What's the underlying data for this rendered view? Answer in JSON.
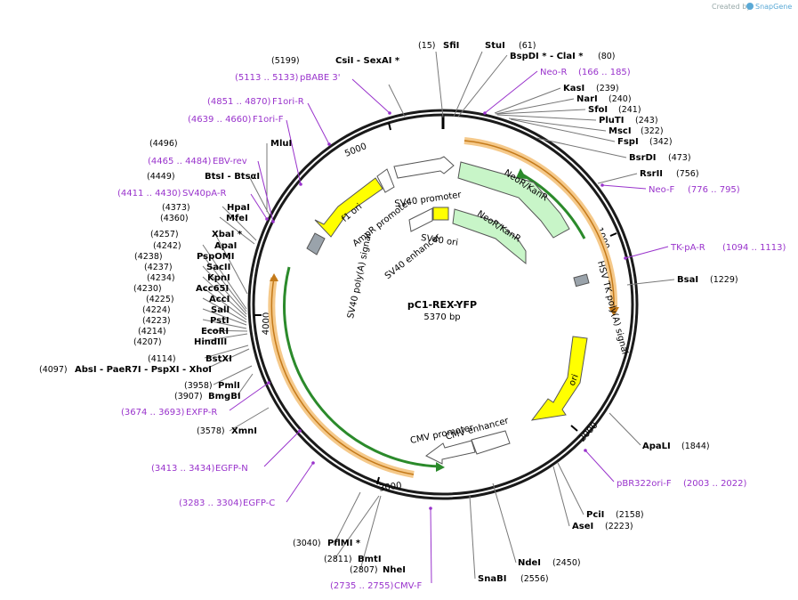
{
  "watermark": {
    "prefix": "Created by",
    "brand": "SnapGene"
  },
  "plasmid": {
    "name": "pC1-REX-YFP",
    "size": "5370 bp"
  },
  "colors": {
    "primer": "#9933cc",
    "backbone": "#1a1a1a",
    "neo": "#c8f5c8",
    "yellow": "#ffff00",
    "orange_band": "#f5c98a",
    "green_line": "#2b8a2b"
  },
  "ruler": [
    "1000",
    "2000",
    "3000",
    "4000",
    "5000"
  ],
  "enzymes": [
    {
      "pos": "(15)",
      "name": "SfiI"
    },
    {
      "pos": "(61)",
      "name": "StuI"
    },
    {
      "pos": "(80)",
      "name": "BspDI * - ClaI *"
    },
    {
      "pos": "(239)",
      "name": "KasI"
    },
    {
      "pos": "(240)",
      "name": "NarI"
    },
    {
      "pos": "(241)",
      "name": "SfoI"
    },
    {
      "pos": "(243)",
      "name": "PluTI"
    },
    {
      "pos": "(322)",
      "name": "MscI"
    },
    {
      "pos": "(342)",
      "name": "FspI"
    },
    {
      "pos": "(473)",
      "name": "BsrDI"
    },
    {
      "pos": "(756)",
      "name": "RsrII"
    },
    {
      "pos": "(1229)",
      "name": "BsaI"
    },
    {
      "pos": "(1844)",
      "name": "ApaLI"
    },
    {
      "pos": "(2158)",
      "name": "PciI"
    },
    {
      "pos": "(2223)",
      "name": "AseI"
    },
    {
      "pos": "(2450)",
      "name": "NdeI"
    },
    {
      "pos": "(2556)",
      "name": "SnaBI"
    },
    {
      "pos": "(2807)",
      "name": "NheI"
    },
    {
      "pos": "(2811)",
      "name": "BmtI"
    },
    {
      "pos": "(3040)",
      "name": "PflMI *"
    },
    {
      "pos": "(3578)",
      "name": "XmnI"
    },
    {
      "pos": "(3907)",
      "name": "BmgBI"
    },
    {
      "pos": "(3958)",
      "name": "PmlI"
    },
    {
      "pos": "(4097)",
      "name": "AbsI - PaeR7I - PspXI - XhoI"
    },
    {
      "pos": "(4114)",
      "name": "BstXI"
    },
    {
      "pos": "(4207)",
      "name": "HindIII"
    },
    {
      "pos": "(4214)",
      "name": "EcoRI"
    },
    {
      "pos": "(4223)",
      "name": "PstI"
    },
    {
      "pos": "(4224)",
      "name": "SalI"
    },
    {
      "pos": "(4225)",
      "name": "AccI"
    },
    {
      "pos": "(4230)",
      "name": "Acc65I"
    },
    {
      "pos": "(4234)",
      "name": "KpnI"
    },
    {
      "pos": "(4237)",
      "name": "SacII"
    },
    {
      "pos": "(4238)",
      "name": "PspOMI"
    },
    {
      "pos": "(4242)",
      "name": "ApaI"
    },
    {
      "pos": "(4257)",
      "name": "XbaI *"
    },
    {
      "pos": "(4360)",
      "name": "MfeI"
    },
    {
      "pos": "(4373)",
      "name": "HpaI"
    },
    {
      "pos": "(4449)",
      "name": "BtsI - BtsαI"
    },
    {
      "pos": "(4496)",
      "name": "MluI"
    },
    {
      "pos": "(5199)",
      "name": "CsiI - SexAI *"
    }
  ],
  "primers": [
    {
      "name": "Neo-R",
      "range": "(166 .. 185)"
    },
    {
      "name": "Neo-F",
      "range": "(776 .. 795)"
    },
    {
      "name": "TK-pA-R",
      "range": "(1094 .. 1113)"
    },
    {
      "name": "pBR322ori-F",
      "range": "(2003 .. 2022)"
    },
    {
      "name": "CMV-F",
      "range": "(2735 .. 2755)"
    },
    {
      "name": "EGFP-C",
      "range": "(3283 .. 3304)"
    },
    {
      "name": "EGFP-N",
      "range": "(3413 .. 3434)"
    },
    {
      "name": "EXFP-R",
      "range": "(3674 .. 3693)"
    },
    {
      "name": "SV40pA-R",
      "range": "(4411 .. 4430)"
    },
    {
      "name": "EBV-rev",
      "range": "(4465 .. 4484)"
    },
    {
      "name": "F1ori-F",
      "range": "(4639 .. 4660)"
    },
    {
      "name": "F1ori-R",
      "range": "(4851 .. 4870)"
    },
    {
      "name": "pBABE 3'",
      "range": "(5113 .. 5133)"
    }
  ],
  "features": {
    "neo_outer": "NeoR/KanR",
    "neo_inner": "NeoR/KanR",
    "sv40_promoter": "SV40 promoter",
    "sv40_ori": "SV40 ori",
    "sv40_enhancer": "SV40 enhancer",
    "ampr_promoter": "AmpR promoter",
    "f1_ori": "f1 ori",
    "sv40_polya": "SV40 poly(A) signal",
    "hsv_tk_polya": "HSV TK poly(A) signal",
    "ori": "ori",
    "cmv_enhancer": "CMV enhancer",
    "cmv_promoter": "CMV promoter"
  }
}
